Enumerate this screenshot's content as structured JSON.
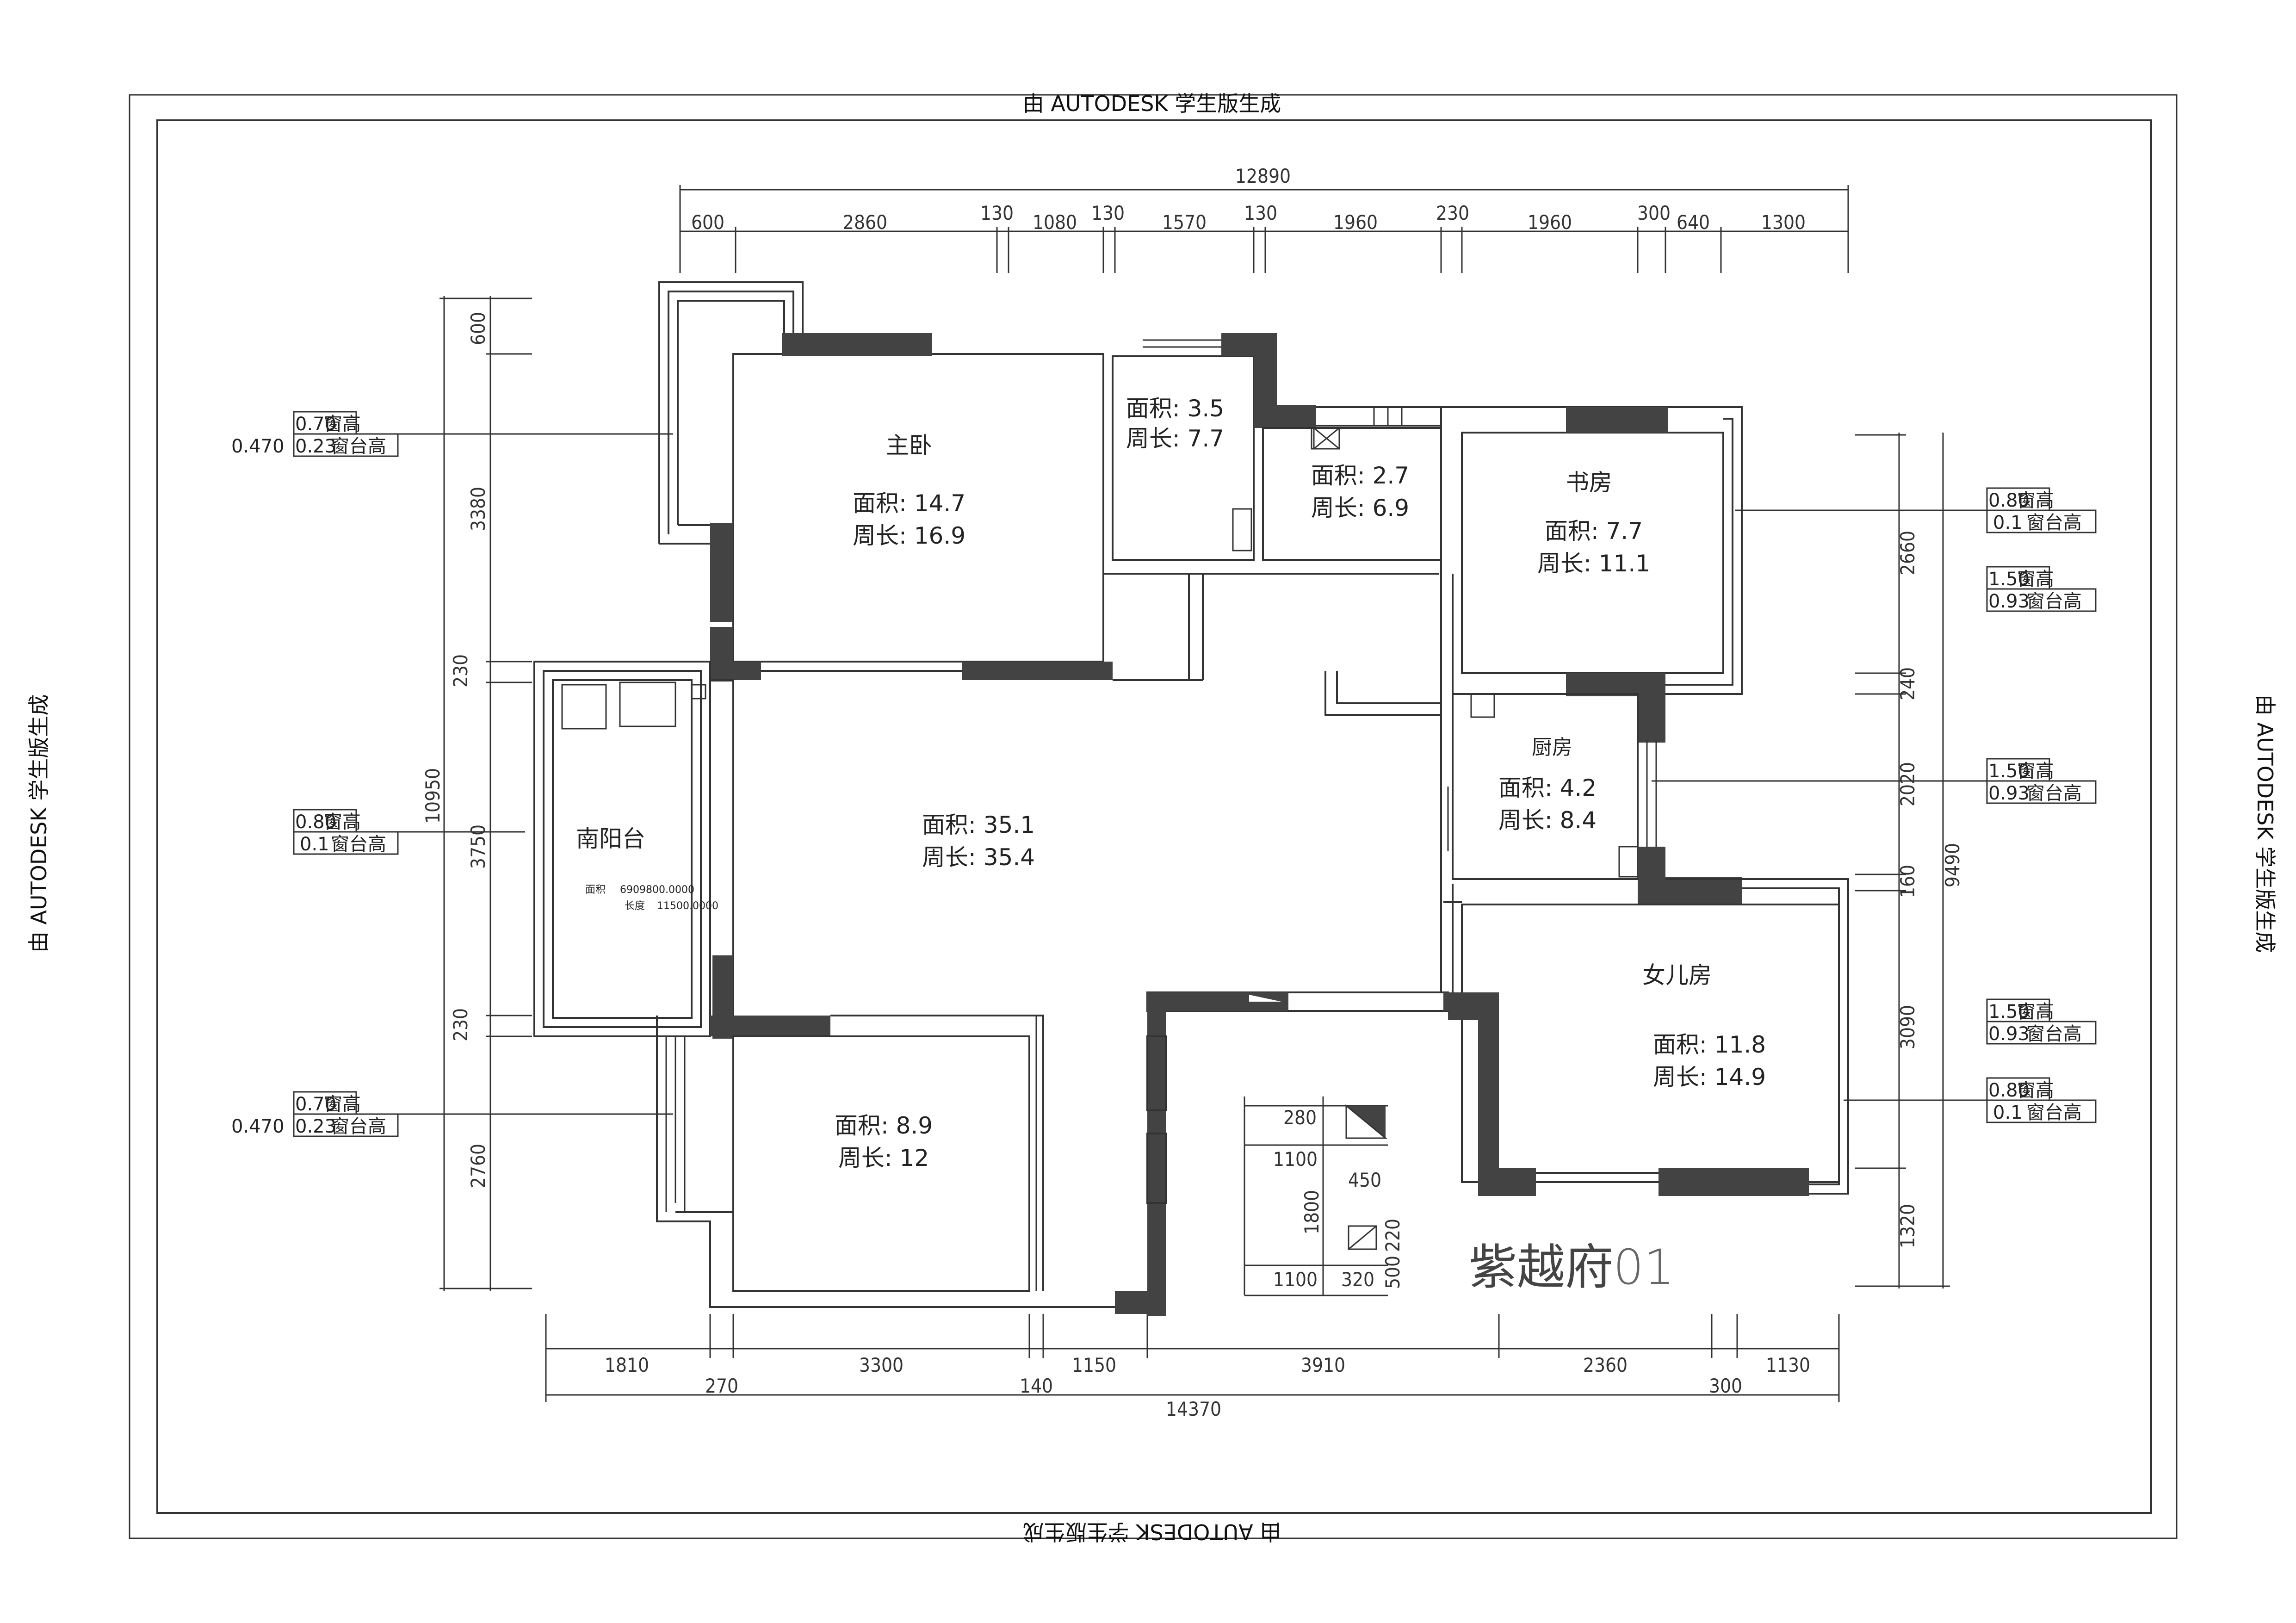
{
  "watermark": {
    "text": "由 AUTODESK 学生版生成"
  },
  "dims_top": {
    "total": "12890",
    "segments": [
      "600",
      "2860",
      "130",
      "1080",
      "130",
      "1570",
      "130",
      "1960",
      "230",
      "1960",
      "300",
      "640",
      "1300"
    ]
  },
  "dims_bottom": {
    "row1": [
      "1810",
      "3300",
      "1150",
      "3910",
      "2360",
      "1130"
    ],
    "row2": [
      "270",
      "140",
      "300"
    ],
    "total": "14370"
  },
  "dims_left": {
    "total": "10950",
    "segments": [
      "600",
      "3380",
      "230",
      "3750",
      "230",
      "2760"
    ]
  },
  "dims_right": {
    "total": "9490",
    "segments": [
      "2660",
      "240",
      "2020",
      "160",
      "3090",
      "1320"
    ]
  },
  "rooms": {
    "master": {
      "name": "主卧",
      "area": "面积: 14.7",
      "perimeter": "周长: 16.9"
    },
    "bath1": {
      "area": "面积: 3.5",
      "perimeter": "周长: 7.7"
    },
    "bath2": {
      "area": "面积: 2.7",
      "perimeter": "周长: 6.9"
    },
    "study": {
      "name": "书房",
      "area": "面积: 7.7",
      "perimeter": "周长: 11.1"
    },
    "kitchen": {
      "name": "厨房",
      "area": "面积: 4.2",
      "perimeter": "周长: 8.4"
    },
    "living": {
      "area": "面积: 35.1",
      "perimeter": "周长: 35.4"
    },
    "balcony": {
      "name": "南阳台",
      "area_label": "面积",
      "area_value": "6909800.0000",
      "len_label": "长度",
      "len_value": "11500.0000"
    },
    "daughter": {
      "name": "女儿房",
      "area": "面积: 11.8",
      "perimeter": "周长: 14.9"
    },
    "room4": {
      "area": "面积: 8.9",
      "perimeter": "周长: 12"
    }
  },
  "tags": {
    "left_top": {
      "l1": "0.70",
      "l2": "0.23",
      "extra": "0.470"
    },
    "left_mid": {
      "l1": "0.80",
      "l2": "0.1"
    },
    "left_bot": {
      "l1": "0.70",
      "l2": "0.23",
      "extra": "0.470"
    },
    "right_1": {
      "l1": "0.80",
      "l2": "0.1"
    },
    "right_2": {
      "l1": "1.50",
      "l2": "0.93"
    },
    "right_3": {
      "l1": "1.50",
      "l2": "0.93"
    },
    "right_4": {
      "l1": "1.50",
      "l2": "0.93"
    },
    "right_5": {
      "l1": "0.80",
      "l2": "0.1"
    },
    "sill_label": "窗台高",
    "height_label": "窗高"
  },
  "detail": {
    "d280": "280",
    "d1100a": "1100",
    "d450": "450",
    "d1800": "1800",
    "d1100b": "1100",
    "d320": "320",
    "d500": "500",
    "d220": "220"
  },
  "project": {
    "title": "紫越府",
    "number": "01"
  }
}
